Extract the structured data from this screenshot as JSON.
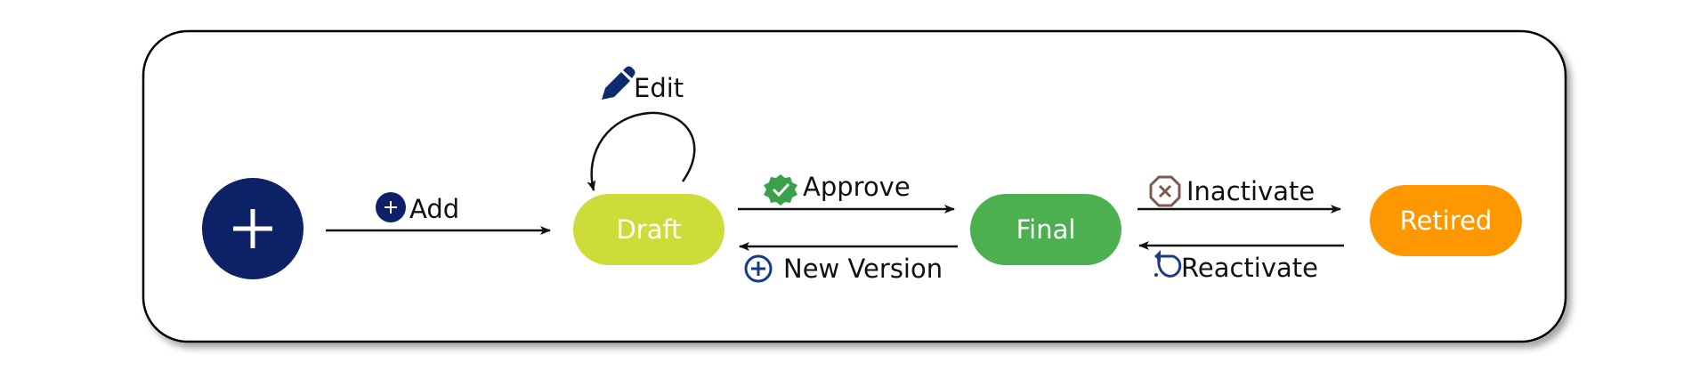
{
  "colors": {
    "start_node": "#0d2266",
    "draft": "#cddc39",
    "final": "#4caf50",
    "retired": "#ff9800",
    "edge": "#111111",
    "edit_icon": "#0d2a6e",
    "approve_icon": "#3aa14a",
    "inactivate_icon": "#7d5a50",
    "new_version_icon": "#123c8a",
    "reactivate_icon": "#1c3a8a"
  },
  "states": {
    "start": {
      "icon": "plus-icon"
    },
    "draft": {
      "label": "Draft"
    },
    "final": {
      "label": "Final"
    },
    "retired": {
      "label": "Retired"
    }
  },
  "transitions": {
    "add": {
      "label": "Add",
      "icon": "add-circle-icon"
    },
    "edit": {
      "label": "Edit",
      "icon": "pencil-icon"
    },
    "approve": {
      "label": "Approve",
      "icon": "verified-badge-icon"
    },
    "new_version": {
      "label": "New Version",
      "icon": "add-circle-outline-icon"
    },
    "inactivate": {
      "label": "Inactivate",
      "icon": "cancel-octagon-icon"
    },
    "reactivate": {
      "label": "Reactivate",
      "icon": "undo-icon"
    }
  }
}
